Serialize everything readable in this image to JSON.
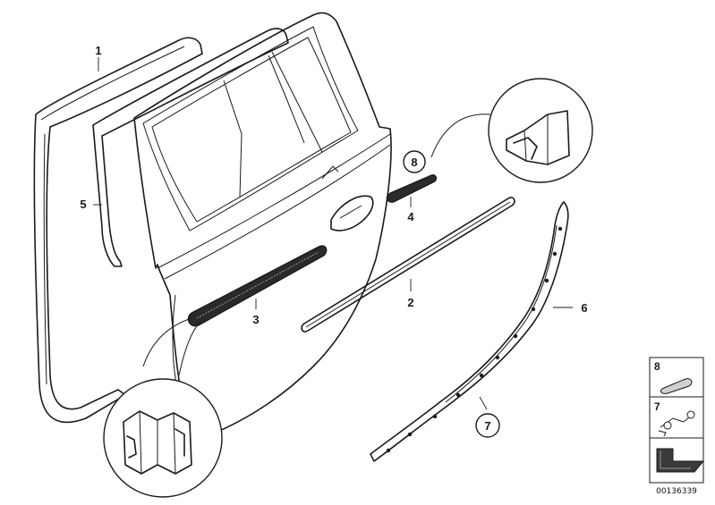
{
  "diagram": {
    "callouts": [
      "1",
      "2",
      "3",
      "4",
      "5",
      "6",
      "7",
      "8"
    ],
    "inset_labels": [
      "8",
      "7"
    ],
    "document_id": "00136339"
  }
}
